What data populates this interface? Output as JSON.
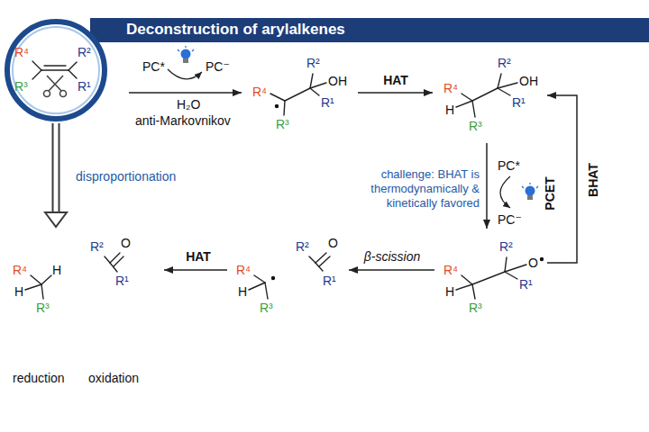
{
  "diagram": {
    "title": "Deconstruction of arylalkenes",
    "nodes": [
      {
        "text": [
          "R⁴",
          "R³",
          "R²",
          "R¹"
        ]
      },
      {
        "text": [
          "R²",
          "OH",
          "R⁴",
          "R¹",
          "R³"
        ]
      },
      {
        "text": [
          "R²",
          "OH",
          "R⁴",
          "H",
          "R¹",
          "R³"
        ]
      },
      {
        "text": [
          "R²",
          "O",
          "R⁴",
          "R¹",
          "H",
          "R³"
        ]
      },
      {
        "text": [
          "R⁴",
          "H",
          "R³",
          "R²",
          "O",
          "R¹"
        ]
      },
      {
        "text": [
          "R⁴",
          "H",
          "H",
          "R³",
          "R²",
          "O",
          "R¹",
          "reduction",
          "oxidation"
        ]
      }
    ],
    "edges": [
      {
        "from": 0,
        "to": 1,
        "arrow": "to"
      },
      {
        "from": 1,
        "to": 2,
        "label": "HAT",
        "arrow": "to"
      },
      {
        "from": 2,
        "to": 3,
        "label": "PCET",
        "arrow": "to"
      },
      {
        "from": 3,
        "to": 2,
        "label": "BHAT",
        "arrow": "to"
      },
      {
        "from": 3,
        "to": 4,
        "label": "β-scission",
        "arrow": "to"
      },
      {
        "from": 4,
        "to": 5,
        "label": "HAT",
        "arrow": "to"
      },
      {
        "from": 0,
        "to": 5,
        "label": "disproportionation",
        "arrow": "to"
      }
    ],
    "labels": [
      "PC*",
      "PC⁻",
      "H₂O",
      "anti-Markovnikov",
      "PC*",
      "PC⁻",
      "challenge: BHAT is thermodynamically & kinetically favored"
    ]
  }
}
